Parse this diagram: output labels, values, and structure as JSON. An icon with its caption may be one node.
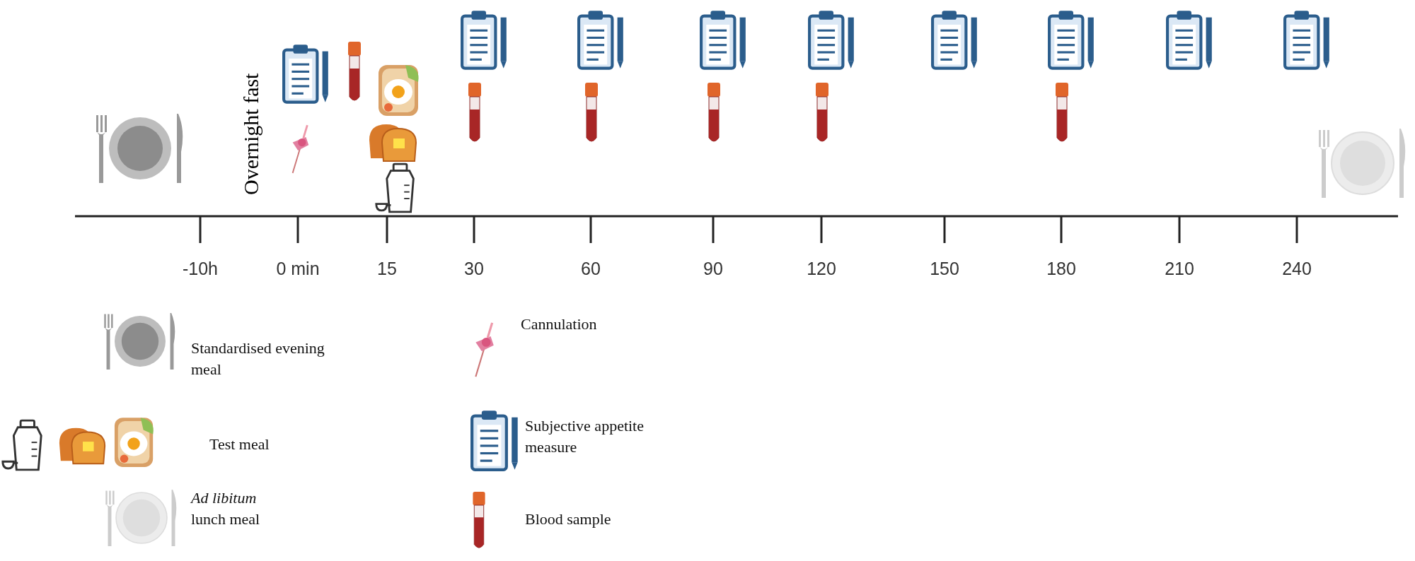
{
  "diagram": {
    "labels": [
      "Overnight fast",
      "-10h",
      "0 min",
      "15",
      "30",
      "60",
      "90",
      "120",
      "150",
      "180",
      "210",
      "240"
    ],
    "legend": [
      {
        "text": "Standardised evening meal"
      },
      {
        "text": "Test meal"
      },
      {
        "text": "*Ad libitum* lunch meal"
      },
      {
        "text": "Cannulation"
      },
      {
        "text": "Subjective appetite measure"
      },
      {
        "text": "Blood sample"
      }
    ]
  }
}
